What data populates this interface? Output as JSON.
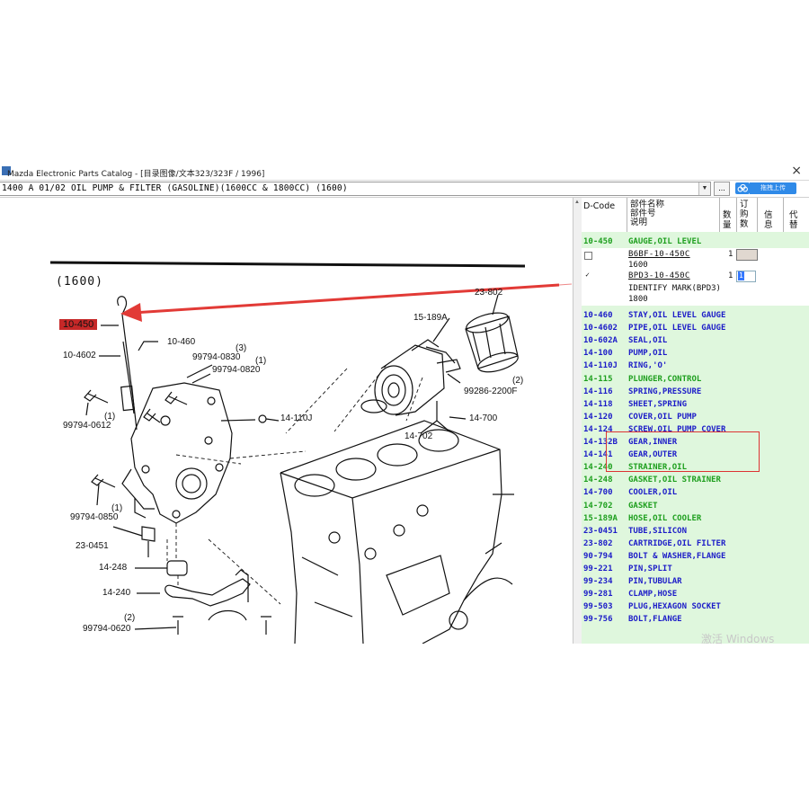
{
  "window": {
    "title": "Mazda Electronic Parts Catalog - [目录图像/文本323/323F / 1996]",
    "close_glyph": "×"
  },
  "toolbar": {
    "selection": "1400 A 01/02 OIL PUMP & FILTER (GASOLINE)(1600CC & 1800CC) (1600)",
    "ellipsis": "...",
    "upload_label": "拖拽上传"
  },
  "drawing": {
    "heading": "(1600)",
    "labels": {
      "l_10450": "10-450",
      "l_10460": "10-460",
      "l_10602": "10-4602",
      "l_99794_0830_q": "(3)",
      "l_99794_0830": "99794-0830",
      "l_99794_0820_q": "(1)",
      "l_99794_0820": "99794-0820",
      "l_99794_0612_q": "(1)",
      "l_99794_0612": "99794-0612",
      "l_14110j": "14-110J",
      "l_99794_0850_q": "(1)",
      "l_99794_0850": "99794-0850",
      "l_230451": "23-0451",
      "l_14248": "14-248",
      "l_14240": "14-240",
      "l_99794_0620_q": "(2)",
      "l_99794_0620": "99794-0620",
      "l_23802": "23-802",
      "l_15189a": "15-189A",
      "l_99286_q": "(2)",
      "l_99286": "99286-2200F",
      "l_14700": "14-700",
      "l_14702": "14-702"
    }
  },
  "parts_panel": {
    "headers": {
      "dcode": "D-Code",
      "name_1": "部件名称",
      "name_2": "部件号",
      "name_3": "说明",
      "qty": "数量",
      "order": "订购数",
      "info": "信息",
      "subst": "代替"
    },
    "rows_top": [
      {
        "code": "10-450",
        "desc": "GAUGE,OIL LEVEL",
        "color": "green"
      }
    ],
    "sub_a": {
      "part_no": "B6BF-10-450C",
      "qty": "1",
      "note": "1600",
      "checked": false
    },
    "sub_b": {
      "part_no": "BPD3-10-450C",
      "qty": "1",
      "order_qty": "1",
      "note1": "IDENTIFY MARK(BPD3)",
      "note2": "1800",
      "checked": true,
      "check_glyph": "✓"
    },
    "rows": [
      {
        "code": "10-460",
        "desc": "STAY,OIL LEVEL GAUGE",
        "color": "blue"
      },
      {
        "code": "10-4602",
        "desc": "PIPE,OIL LEVEL GAUGE",
        "color": "blue"
      },
      {
        "code": "10-602A",
        "desc": "SEAL,OIL",
        "color": "blue"
      },
      {
        "code": "14-100",
        "desc": "PUMP,OIL",
        "color": "blue"
      },
      {
        "code": "14-110J",
        "desc": "RING,'O'",
        "color": "blue"
      },
      {
        "code": "14-115",
        "desc": "PLUNGER,CONTROL",
        "color": "green"
      },
      {
        "code": "14-116",
        "desc": "SPRING,PRESSURE",
        "color": "blue"
      },
      {
        "code": "14-118",
        "desc": "SHEET,SPRING",
        "color": "blue"
      },
      {
        "code": "14-120",
        "desc": "COVER,OIL PUMP",
        "color": "blue"
      },
      {
        "code": "14-124",
        "desc": "SCREW,OIL PUMP COVER",
        "color": "blue"
      },
      {
        "code": "14-132B",
        "desc": "GEAR,INNER",
        "color": "blue"
      },
      {
        "code": "14-141",
        "desc": "GEAR,OUTER",
        "color": "blue"
      },
      {
        "code": "14-240",
        "desc": "STRAINER,OIL",
        "color": "green"
      },
      {
        "code": "14-248",
        "desc": "GASKET,OIL STRAINER",
        "color": "green"
      },
      {
        "code": "14-700",
        "desc": "COOLER,OIL",
        "color": "blue"
      },
      {
        "code": "14-702",
        "desc": "GASKET",
        "color": "green"
      },
      {
        "code": "15-189A",
        "desc": "HOSE,OIL COOLER",
        "color": "green"
      },
      {
        "code": "23-0451",
        "desc": "TUBE,SILICON",
        "color": "blue"
      },
      {
        "code": "23-802",
        "desc": "CARTRIDGE,OIL FILTER",
        "color": "blue"
      },
      {
        "code": "90-794",
        "desc": "BOLT & WASHER,FLANGE",
        "color": "blue"
      },
      {
        "code": "99-221",
        "desc": "PIN,SPLIT",
        "color": "blue"
      },
      {
        "code": "99-234",
        "desc": "PIN,TUBULAR",
        "color": "blue"
      },
      {
        "code": "99-281",
        "desc": "CLAMP,HOSE",
        "color": "blue"
      },
      {
        "code": "99-503",
        "desc": "PLUG,HEXAGON SOCKET",
        "color": "blue"
      },
      {
        "code": "99-756",
        "desc": "BOLT,FLANGE",
        "color": "blue"
      }
    ]
  },
  "watermark": "激活 Windows"
}
